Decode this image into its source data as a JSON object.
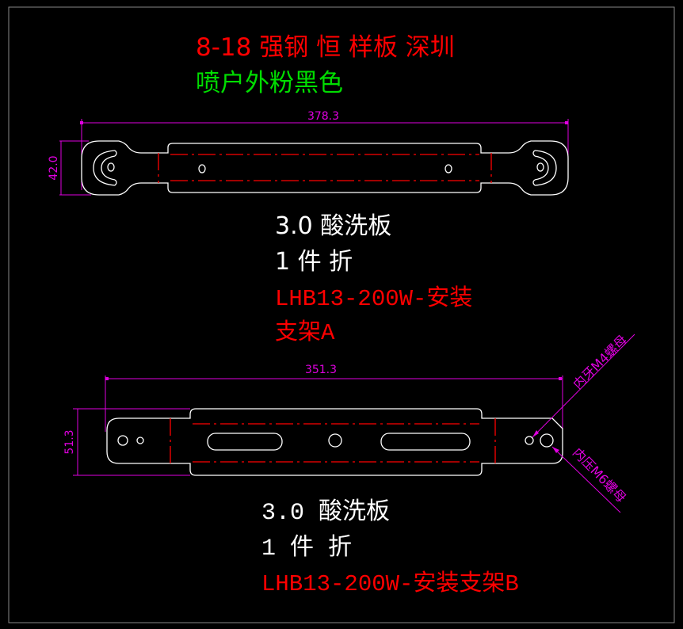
{
  "header": {
    "title": "8-18 强钢 恒 样板 深圳",
    "finish": "喷户外粉黑色"
  },
  "part_a": {
    "width_dim": "378.3",
    "height_dim": "42.0",
    "material": "3.0 酸洗板",
    "qty": "1 件 折",
    "name_line1": "LHB13-200W-安装",
    "name_line2": "支架A"
  },
  "part_b": {
    "width_dim": "351.3",
    "height_dim": "51.3",
    "material": "3.0 酸洗板",
    "qty": "1 件 折",
    "name": "LHB13-200W-安装支架B",
    "note_m4": "内牙M4螺母",
    "note_m6": "内压M6螺母"
  },
  "colors": {
    "title": "#ff0000",
    "finish": "#00dd00",
    "dimension": "#e000e0",
    "outline": "#ffffff",
    "centerline": "#ff0000"
  }
}
